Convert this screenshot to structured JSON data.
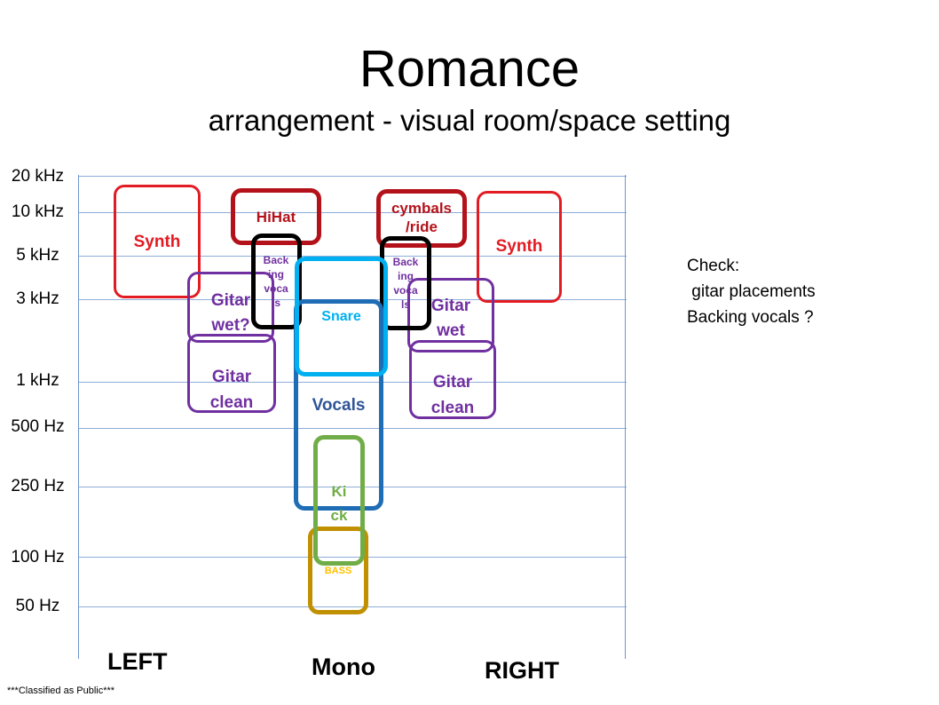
{
  "title": "Romance",
  "subtitle": "arrangement - visual room/space setting",
  "y_axis": {
    "labels": [
      "20 kHz",
      "10 kHz",
      "5 kHz",
      "3 kHz",
      "1 kHz",
      "500 Hz",
      "250 Hz",
      "100 Hz",
      "50 Hz"
    ]
  },
  "x_axis": {
    "left": "LEFT",
    "mono": "Mono",
    "right": "RIGHT"
  },
  "instruments": {
    "synth_left": "Synth",
    "synth_right": "Synth",
    "hihat": "HiHat",
    "cymbals": "cymbals\n/ride",
    "backing_left": "Back\ning\nvoca\nls",
    "backing_right": "Back\ning\nvoca\nls",
    "gitar_wet_left": "Gitar\nwet?",
    "gitar_wet_right": "Gitar\nwet",
    "gitar_clean_left": "Gitar\nclean",
    "gitar_clean_right": "Gitar\nclean",
    "snare": "Snare",
    "vocals": "Vocals",
    "kick": "Ki\nck",
    "bass": "BASS"
  },
  "colors": {
    "synth": "#e31b23",
    "hihat": "#b4121a",
    "backing": "#000000",
    "backing_text": "#7030a0",
    "gitar": "#7030a0",
    "snare": "#00b0f0",
    "vocals": "#1f6db5",
    "vocals_text": "#2f5597",
    "kick": "#70ad47",
    "bass": "#c09000",
    "bass_text": "#ffc000",
    "grid": "#8eaed8"
  },
  "notes": {
    "heading": "Check:",
    "line1": " gitar placements",
    "line2": "Backing vocals ?"
  },
  "footer": "***Classified as Public***"
}
